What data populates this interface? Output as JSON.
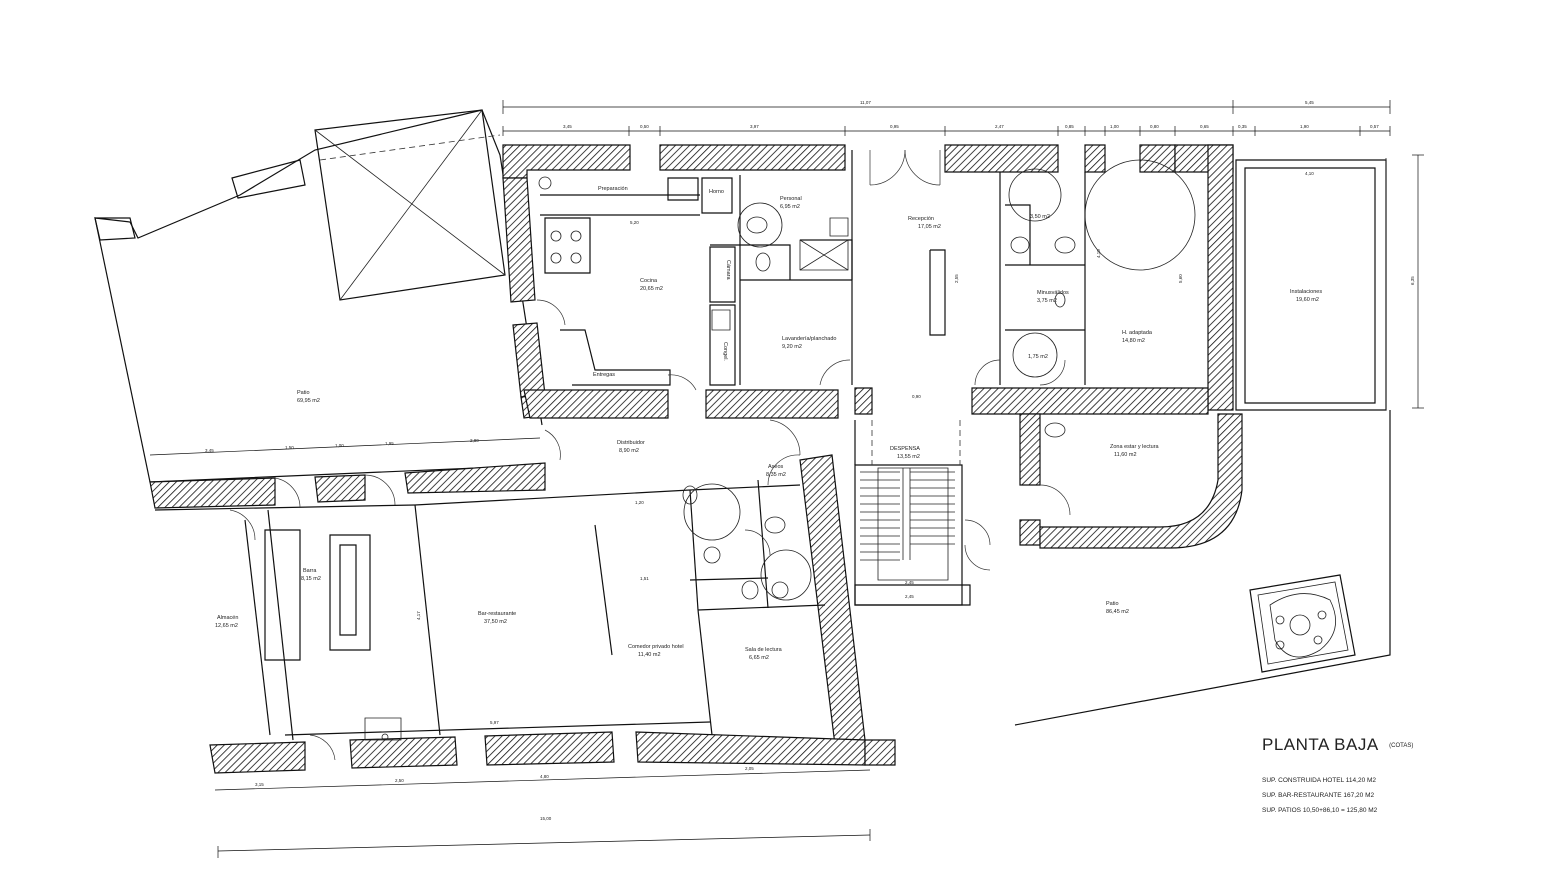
{
  "title": {
    "main": "PLANTA BAJA",
    "sub": "(COTAS)"
  },
  "summary": [
    "SUP. CONSTRUIDA HOTEL 114,20 M2",
    "SUP. BAR-RESTAURANTE 167,20 M2",
    "SUP. PATIOS 10,50+86,10 = 125,80 M2"
  ],
  "rooms": {
    "patio_left": {
      "name": "Patio",
      "area": "69,95 m2"
    },
    "preparacion": {
      "name": "Preparación"
    },
    "horno": {
      "name": "Horno"
    },
    "cocina": {
      "name": "Cocina",
      "area": "20,65 m2"
    },
    "camara": {
      "name": "Cámara"
    },
    "congelador": {
      "name": "Congel."
    },
    "entregas": {
      "name": "Entregas"
    },
    "personal": {
      "name": "Personal",
      "area": "6,95 m2"
    },
    "lavanderia": {
      "name": "Lavandería/planchado",
      "area": "9,20 m2"
    },
    "recepcion": {
      "name": "Recepción",
      "area": "17,05 m2"
    },
    "aseo_hotel": {
      "area": "3,50 m2"
    },
    "minusvalidos": {
      "name": "Minusválidos",
      "area": "3,75 m2"
    },
    "aseo_small": {
      "area": "1,75 m2"
    },
    "hab_adaptada": {
      "name": "H. adaptada",
      "area": "14,80 m2"
    },
    "instalaciones": {
      "name": "Instalaciones",
      "area": "19,60 m2"
    },
    "distribuidor": {
      "name": "Distribuidor",
      "area": "8,90 m2"
    },
    "aseos": {
      "name": "Aseos",
      "area": "8,35 m2"
    },
    "despensa": {
      "name": "DESPENSA",
      "area": "13,55 m2"
    },
    "zona_estar": {
      "name": "Zona estar y lectura",
      "area": "11,60 m2"
    },
    "barra": {
      "name": "Barra",
      "area": "8,15 m2"
    },
    "almacen": {
      "name": "Almacén",
      "area": "12,65 m2"
    },
    "bar_restaurante": {
      "name": "Bar-restaurante",
      "area": "37,50 m2"
    },
    "comedor": {
      "name": "Comedor privado hotel",
      "area": "11,40 m2"
    },
    "sala_lectura": {
      "name": "Sala de lectura",
      "area": "6,65 m2"
    },
    "patio_right": {
      "name": "Patio",
      "area": "86,45 m2"
    }
  },
  "dimensions": {
    "top_total": "11,07",
    "top_right": "5,45",
    "bottom_total": "15,00",
    "right_height": "6,35",
    "d1": "3,45",
    "d2": "0,50",
    "d3": "3,97",
    "d4": "0,95",
    "d5": "2,47",
    "d6": "0,85",
    "d7": "1,00",
    "d8": "0,80",
    "d9": "0,65",
    "d10": "0,35",
    "d11": "1,90",
    "d12": "0,57",
    "d13": "3,45",
    "d14": "1,95",
    "d15": "2,80",
    "d16": "1,50",
    "d17": "5,60",
    "d18": "2,05",
    "d19": "3,15",
    "d20": "2,50",
    "d21": "4,80",
    "d22": "5,20",
    "d23": "4,10",
    "d24": "5,97",
    "d25": "1,20",
    "d26": "2,45",
    "d27": "1,51",
    "d28": "4,17",
    "d29": "0,90",
    "d30": "2,55"
  }
}
